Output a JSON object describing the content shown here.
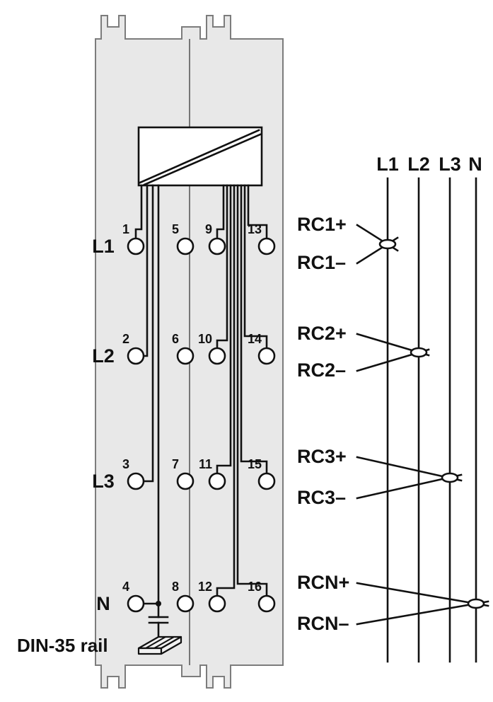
{
  "colors": {
    "background": "#ffffff",
    "module_fill": "#e8e8e8",
    "module_outline": "#7c7c7c",
    "ink": "#111111"
  },
  "module": {
    "din_rail_label": "DIN-35 rail",
    "terminal_rows": [
      {
        "row_label": "L1",
        "numbers": [
          "1",
          "5",
          "9",
          "13"
        ]
      },
      {
        "row_label": "L2",
        "numbers": [
          "2",
          "6",
          "10",
          "14"
        ]
      },
      {
        "row_label": "L3",
        "numbers": [
          "3",
          "7",
          "11",
          "15"
        ]
      },
      {
        "row_label": "N",
        "numbers": [
          "4",
          "8",
          "12",
          "16"
        ]
      }
    ]
  },
  "signals": [
    {
      "plus": "RC1+",
      "minus": "RC1–"
    },
    {
      "plus": "RC2+",
      "minus": "RC2–"
    },
    {
      "plus": "RC3+",
      "minus": "RC3–"
    },
    {
      "plus": "RCN+",
      "minus": "RCN–"
    }
  ],
  "phase_bus": {
    "labels": [
      "L1",
      "L2",
      "L3",
      "N"
    ]
  }
}
